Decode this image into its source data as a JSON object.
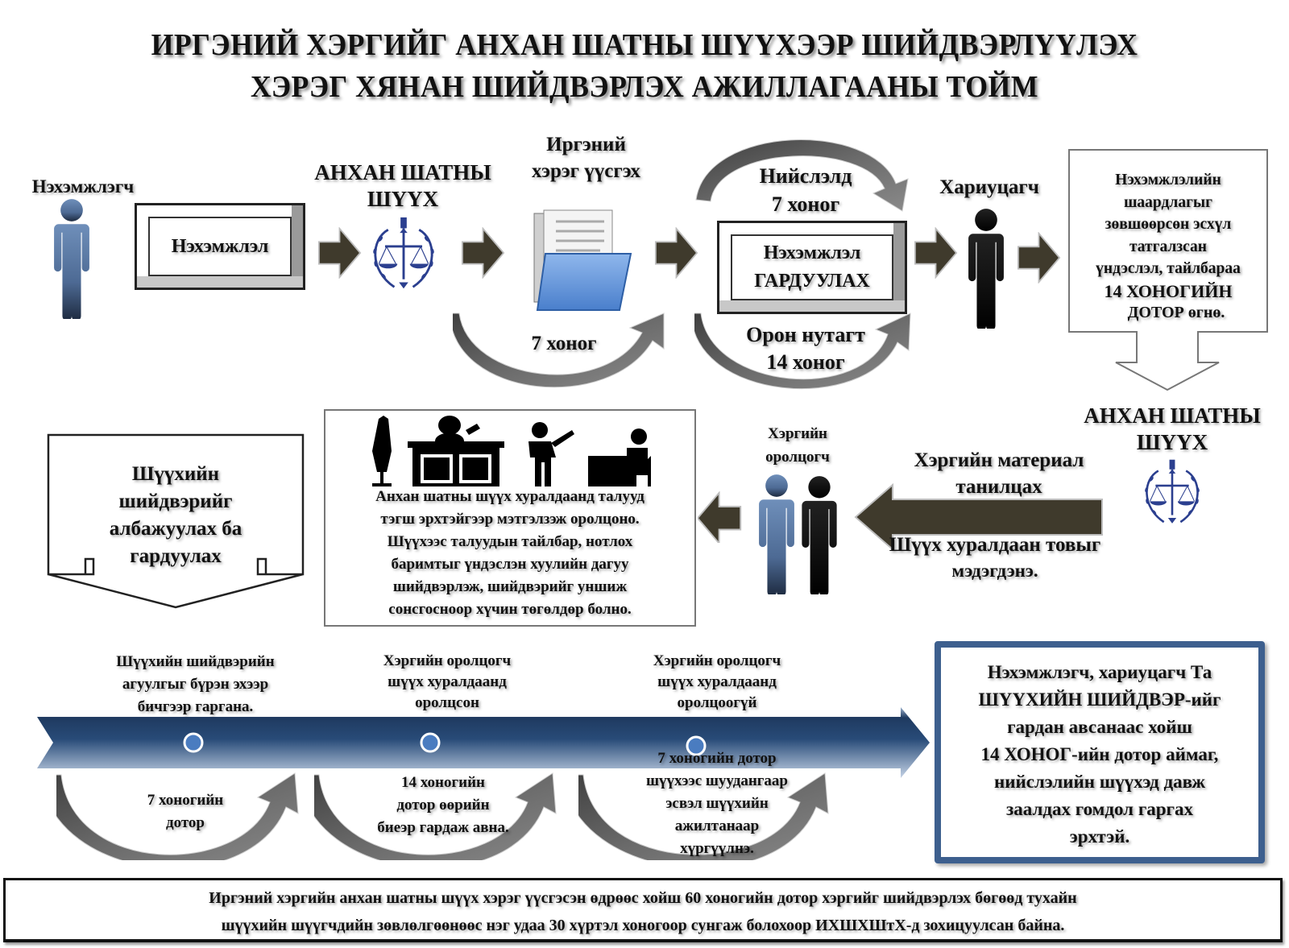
{
  "title": {
    "line1": "ИРГЭНИЙ ХЭРГИЙГ АНХАН ШАТНЫ ШҮҮХЭЭР ШИЙДВЭРЛҮҮЛЭХ",
    "line2": "ХЭРЭГ ХЯНАН ШИЙДВЭРЛЭХ АЖИЛЛАГААНЫ  ТОЙМ"
  },
  "colors": {
    "arrow_brown": "#3f3a2c",
    "curve_gray": "#5a5a5a",
    "timeline_dark": "#1f3a60",
    "timeline_light": "#b9c9df",
    "node_blue": "#4a7cc0",
    "appeal_border": "#3d5f8e",
    "plaintiff_blue": "#5b7aa6"
  },
  "row1": {
    "plaintiff_label": "Нэхэмжлэгч",
    "claim_box": "Нэхэмжлэл",
    "court_label_1": "АНХАН ШАТНЫ",
    "court_label_2": "ШҮҮХ",
    "case_create_1": "Иргэний",
    "case_create_2": "хэрэг үүсгэх",
    "days_7_bottom": "7  хоног",
    "capital_1": "Нийслэлд",
    "capital_2": "7 хоног",
    "delivery_box_1": "Нэхэмжлэл",
    "delivery_box_2": "ГАРДУУЛАХ",
    "local_1": "Орон нутагт",
    "local_2": "14 хоног",
    "defendant_label": "Хариуцагч",
    "response_box": [
      "Нэхэмжлэлийн",
      "шаардлагыг",
      "зөвшөөрсөн эсхүл",
      "татгалзсан",
      "үндэслэл, тайлбараа",
      "14 ХОНОГИЙН",
      "ДОТОР өгнө."
    ]
  },
  "row2": {
    "enforce_box": [
      "Шүүхийн",
      "шийдвэрийг",
      "албажуулах ба",
      "гардуулах"
    ],
    "hearing_box": [
      "Анхан шатны шүүх хуралдаанд  талууд",
      "тэгш эрхтэйгээр мэтгэлзэж оролцоно.",
      "Шүүхээс талуудын тайлбар, нотлох",
      "баримтыг үндэслэн хуулийн дагуу",
      "шийдвэрлэж, шийдвэрийг  уншиж",
      "сонсгосноор хүчин төгөлдөр болно."
    ],
    "participants_1": "Хэргийн",
    "participants_2": "оролцогч",
    "material_1": "Хэргийн материал",
    "material_2": "танилцах",
    "notice_1": "Шүүх хуралдаан товыг",
    "notice_2": "мэдэгдэнэ.",
    "court_label_1": "АНХАН ШАТНЫ",
    "court_label_2": "ШҮҮХ"
  },
  "timeline": {
    "milestones": [
      {
        "top": [
          "Шүүхийн шийдвэрийн",
          "агуулгыг бүрэн эхээр",
          "бичгээр  гаргана."
        ],
        "bottom": [
          "7 хоногийн",
          "дотор"
        ]
      },
      {
        "top": [
          "Хэргийн оролцогч",
          "шүүх хуралдаанд",
          "оролцсон"
        ],
        "bottom": [
          "14 хоногийн",
          "дотор өөрийн",
          "биеэр гардаж авна."
        ]
      },
      {
        "top": [
          "Хэргийн оролцогч",
          "шүүх хуралдаанд",
          "оролцоогүй"
        ],
        "bottom": [
          "7 хоногийн дотор",
          "шүүхээс шуудангаар",
          "эсвэл шүүхийн",
          "ажилтанаар",
          "хүргүүлнэ."
        ]
      }
    ]
  },
  "appeal_box": [
    "Нэхэмжлэгч, хариуцагч Та",
    "ШҮҮХИЙН ШИЙДВЭР-ийг",
    "гардан авсанаас хойш",
    "14 ХОНОГ-ийн  дотор аймаг,",
    "нийслэлийн шүүхэд давж",
    "заалдах гомдол гаргах",
    "эрхтэй."
  ],
  "footer": {
    "line1": "Иргэний хэргийн анхан шатны шүүх хэрэг үүсгэсэн өдрөөс хойш 60 хоногийн дотор хэргийг шийдвэрлэх бөгөөд тухайн",
    "line2": "шүүхийн шүүгчдийн зөвлөлгөөнөөс нэг удаа 30 хүртэл хоногоор сунгаж болохоор  ИХШХШтХ-д зохицуулсан байна."
  }
}
